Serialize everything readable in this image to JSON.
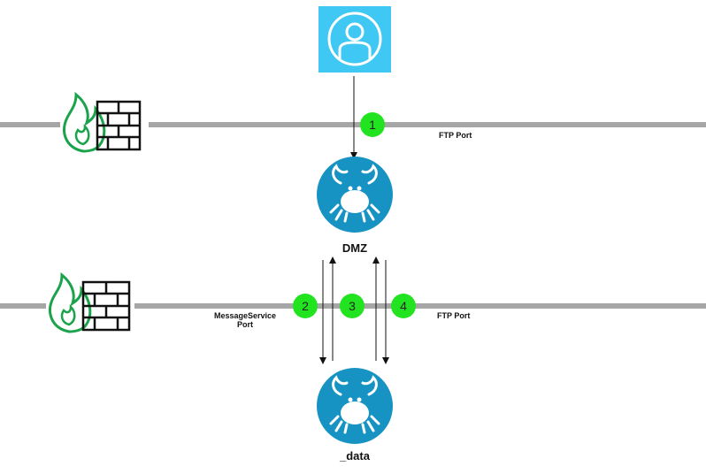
{
  "nodes": {
    "user": {
      "icon": "user-icon",
      "color": "#3fc8f4"
    },
    "dmz": {
      "label": "DMZ",
      "icon": "crab-icon",
      "color": "#1693c2"
    },
    "data": {
      "label": "_data",
      "icon": "crab-icon",
      "color": "#1693c2"
    }
  },
  "firewalls": [
    {
      "icon": "firewall-icon",
      "flame_color": "#1aa34a"
    },
    {
      "icon": "firewall-icon",
      "flame_color": "#1aa34a"
    }
  ],
  "ports": {
    "top_ftp": "FTP Port",
    "msg_line1": "MessageService",
    "msg_line2": "Port",
    "bottom_ftp": "FTP Port"
  },
  "steps": [
    "1",
    "2",
    "3",
    "4"
  ],
  "colors": {
    "line": "#a6a6a6",
    "step": "#22e31f",
    "arrow": "#111111"
  }
}
